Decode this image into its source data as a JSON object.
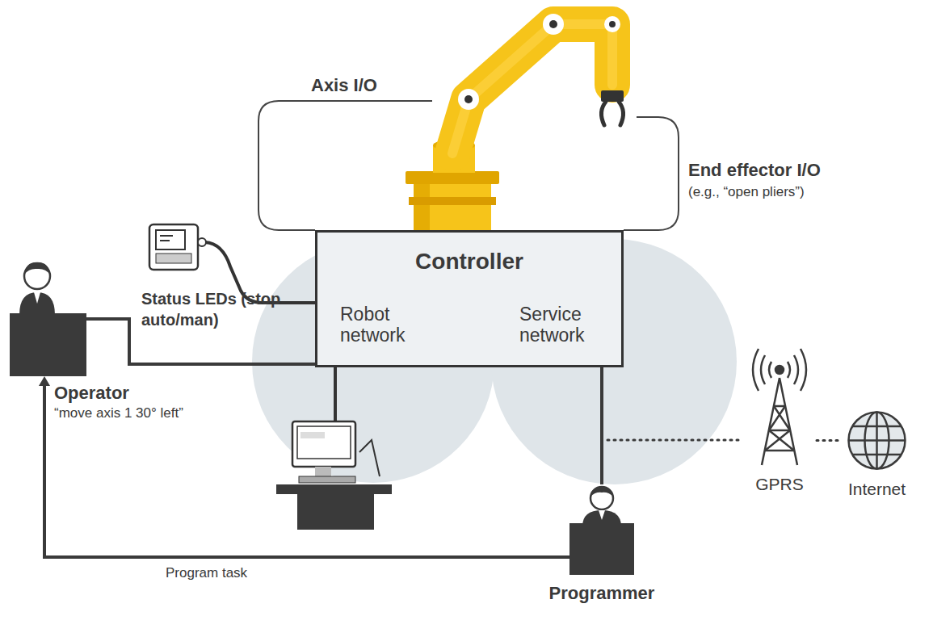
{
  "diagram": {
    "nodes": [
      {
        "text": [
          "Controller",
          "Robot network",
          "Service network"
        ]
      },
      {
        "text": [
          "Operator",
          "“move axis 1 30° left”"
        ]
      },
      {
        "text": [
          "Programmer"
        ]
      },
      {
        "text": [
          "GPRS"
        ]
      },
      {
        "text": [
          "Internet"
        ]
      }
    ],
    "edges": [
      {
        "from": 0,
        "to": 1,
        "arrow": "none",
        "label": "Status LEDs (stop auto/man)"
      },
      {
        "from": 2,
        "to": 1,
        "arrow": "to",
        "label": "Program task"
      },
      {
        "from": 0,
        "to": 2,
        "arrow": "none"
      },
      {
        "from": 0,
        "to": 3,
        "arrow": "none"
      },
      {
        "from": 3,
        "to": 4,
        "arrow": "none"
      }
    ],
    "labels": [
      "Axis I/O",
      "End effector I/O",
      "(e.g., “open pliers”)"
    ]
  }
}
